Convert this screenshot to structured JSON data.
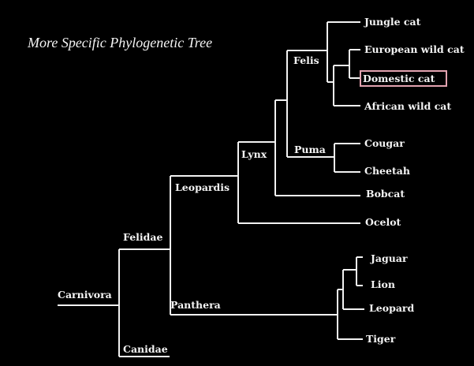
{
  "title": "More Specific Phylogenetic Tree",
  "highlight_color": "#e3a3b0",
  "nodes": {
    "carnivora": "Carnivora",
    "felidae": "Felidae",
    "canidae": "Canidae",
    "leopardis": "Leopardis",
    "panthera": "Panthera",
    "lynx": "Lynx",
    "felis": "Felis",
    "puma": "Puma"
  },
  "leaves": {
    "jungle_cat": "Jungle cat",
    "european_wild_cat": "European wild cat",
    "domestic_cat": "Domestic cat",
    "african_wild_cat": "African wild cat",
    "cougar": "Cougar",
    "cheetah": "Cheetah",
    "bobcat": "Bobcat",
    "ocelot": "Ocelot",
    "jaguar": "Jaguar",
    "lion": "Lion",
    "leopard": "Leopard",
    "tiger": "Tiger"
  },
  "highlighted_leaf": "Domestic cat"
}
